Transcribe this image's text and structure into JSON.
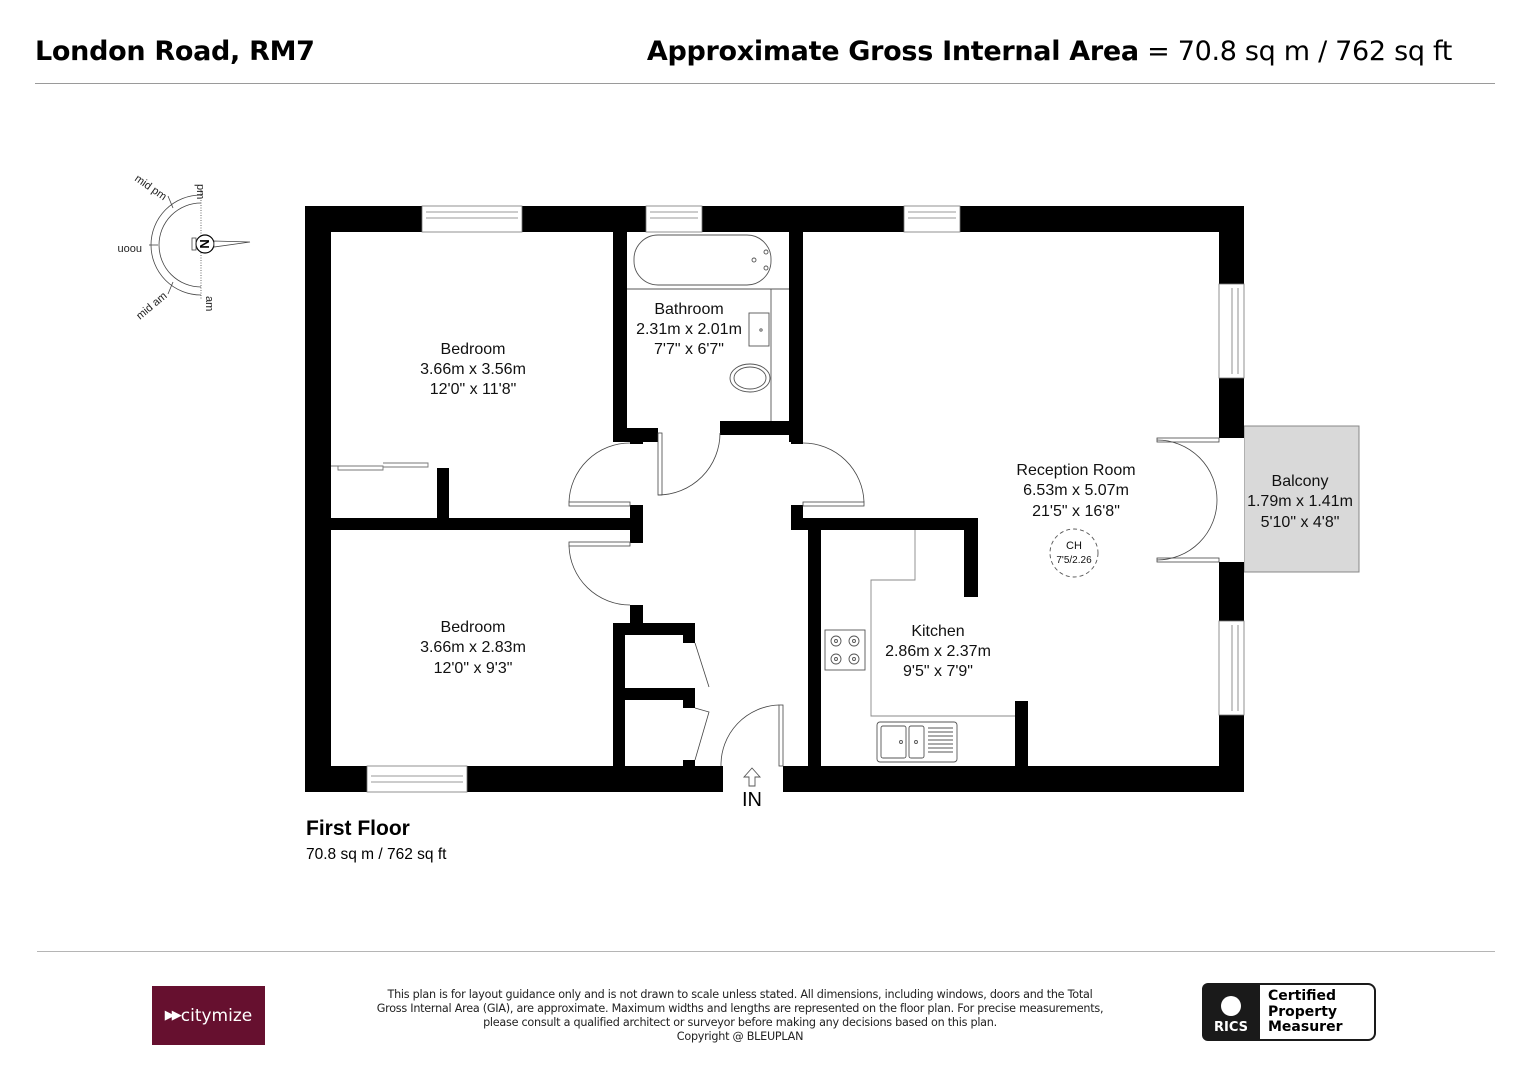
{
  "header": {
    "title": "London Road, RM7",
    "area_label": "Approximate Gross Internal Area",
    "area_value": "= 70.8 sq m / 762 sq ft"
  },
  "compass": {
    "north": "N",
    "labels": [
      "pm",
      "mid pm",
      "noon",
      "mid am",
      "am"
    ]
  },
  "rooms": [
    {
      "name": "Bedroom",
      "metric": "3.66m x 3.56m",
      "imperial": "12'0\" x 11'8\""
    },
    {
      "name": "Bathroom",
      "metric": "2.31m x 2.01m",
      "imperial": "7'7\" x 6'7\""
    },
    {
      "name": "Reception Room",
      "metric": "6.53m x 5.07m",
      "imperial": "21'5\" x 16'8\""
    },
    {
      "name": "Balcony",
      "metric": "1.79m x 1.41m",
      "imperial": "5'10\" x 4'8\""
    },
    {
      "name": "Bedroom",
      "metric": "3.66m x 2.83m",
      "imperial": "12'0\" x 9'3\""
    },
    {
      "name": "Kitchen",
      "metric": "2.86m x 2.37m",
      "imperial": "9'5\" x 7'9\""
    }
  ],
  "ceiling_height": {
    "label": "CH",
    "value": "7'5/2.26"
  },
  "entrance": {
    "label": "IN"
  },
  "floor": {
    "name": "First Floor",
    "area": "70.8 sq m / 762 sq ft"
  },
  "footer": {
    "brand": "citymize",
    "brand_color": "#66102f",
    "disclaimer_lines": [
      "This plan is for layout guidance only and is not drawn to scale unless stated. All dimensions, including windows, doors and the Total",
      "Gross Internal Area (GIA), are approximate. Maximum widths and lengths are represented on the floor plan. For precise measurements,",
      "please consult a qualified architect or surveyor before making any decisions based on this plan.",
      "Copyright @ BLEUPLAN"
    ],
    "badge": {
      "org": "RICS",
      "line1": "Certified",
      "line2": "Property",
      "line3": "Measurer"
    }
  },
  "colors": {
    "wall": "#000000",
    "balcony_fill": "#d9d9d9",
    "fixture_stroke": "#555555"
  }
}
